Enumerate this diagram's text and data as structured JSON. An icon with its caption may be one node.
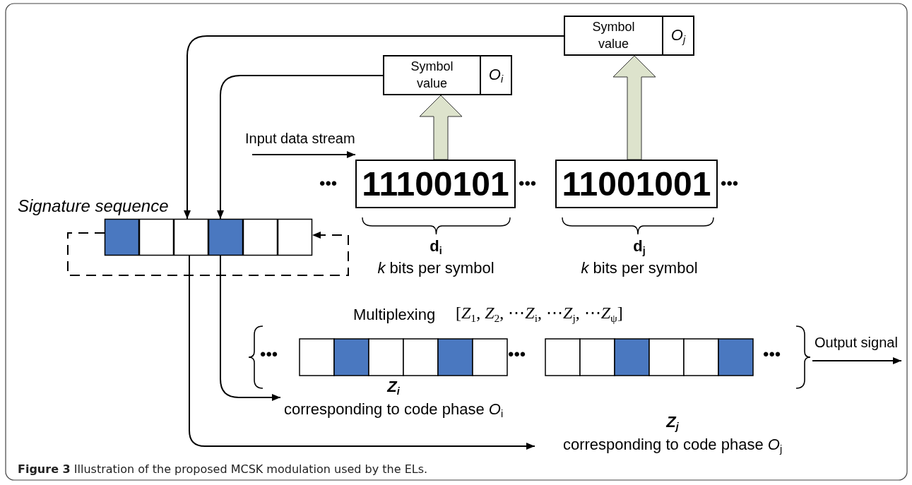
{
  "diagram": {
    "caption": "**Figure 3** Illustration of the proposed MCSK modulation used by the ELs.",
    "nodes": [
      {
        "text": [
          "Symbol value",
          "O$_{i}$"
        ]
      },
      {
        "text": [
          "Symbol value",
          "O$_{j}$"
        ]
      },
      {
        "text": [
          "11100101"
        ]
      },
      {
        "text": [
          "11001001"
        ]
      },
      {
        "text": [],
        "shape": "bar",
        "beside": [
          "Signature sequence"
        ]
      },
      {
        "text": [],
        "shape": "bar",
        "beside": [
          "Multiplexing",
          "[*Z*$_{1}$, *Z*$_{2}$, ⋯*Z*$_{i}$, ⋯*Z*$_{j}$, ⋯*Z*$_{ψ}$]"
        ]
      },
      {
        "text": [
          "Z$_{i}$",
          "corresponding to code phase *O*$_{i}$"
        ]
      },
      {
        "text": [
          "Z$_{j}$",
          "corresponding to code phase *O*$_{j}$"
        ]
      }
    ],
    "edges": [
      {
        "from": 1,
        "to": 4,
        "arrow": "to"
      },
      {
        "from": 0,
        "to": 4,
        "arrow": "to"
      },
      {
        "from": 2,
        "to": 0,
        "arrow": "to",
        "style": "thick",
        "color": "#dde3cc"
      },
      {
        "from": 3,
        "to": 1,
        "arrow": "to",
        "style": "thick",
        "color": "#dde3cc"
      },
      {
        "from": null,
        "to": 2,
        "arrow": "to",
        "label": "Input data stream"
      },
      {
        "from": 4,
        "to": 6,
        "arrow": "to"
      },
      {
        "from": 4,
        "to": 7,
        "arrow": "to"
      },
      {
        "from": 5,
        "to": null,
        "arrow": "to",
        "label": "Output signal"
      },
      {
        "from": 4,
        "to": 4,
        "arrow": "to",
        "style": "dashed"
      }
    ],
    "labels": [
      "•••",
      "•••",
      "•••",
      "d$_{i}$",
      "*k* bits per symbol",
      "d$_{j}$",
      "*k* bits per symbol",
      "•••",
      "•••",
      "•••"
    ]
  }
}
